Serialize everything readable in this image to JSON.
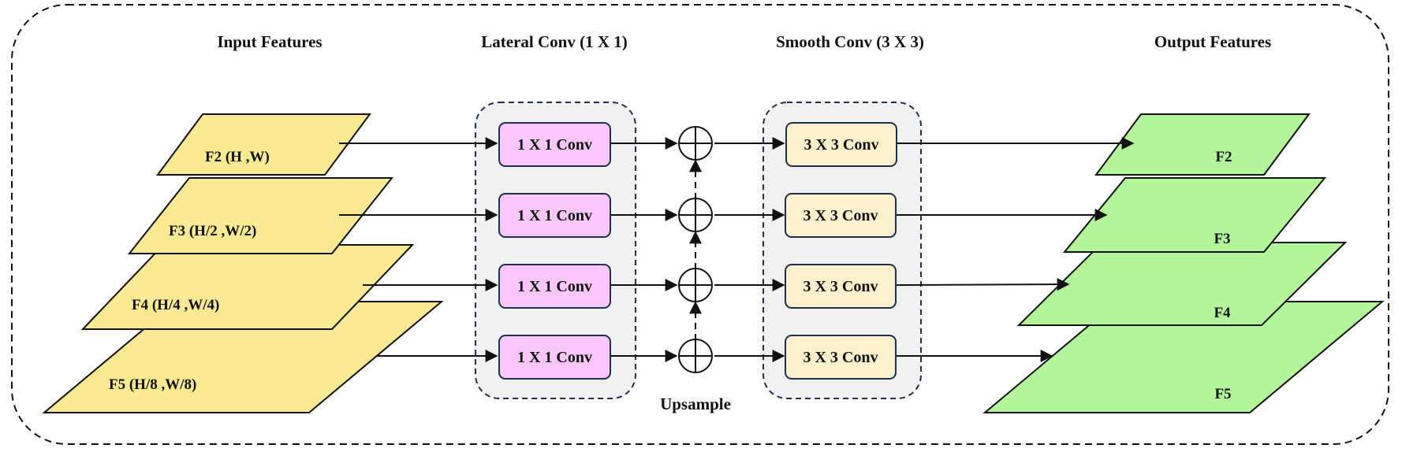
{
  "headers": {
    "input": "Input Features",
    "lateral": "Lateral Conv (1 X 1)",
    "smooth": "Smooth Conv (3 X 3)",
    "output": "Output Features"
  },
  "input_features": [
    "F2 (H ,W)",
    "F3 (H/2 ,W/2)",
    "F4 (H/4 ,W/4)",
    "F5 (H/8 ,W/8)"
  ],
  "lateral_convs": [
    "1 X 1 Conv",
    "1 X 1 Conv",
    "1 X 1 Conv",
    "1 X 1 Conv"
  ],
  "smooth_convs": [
    "3 X 3 Conv",
    "3 X 3 Conv",
    "3 X 3 Conv",
    "3 X 3 Conv"
  ],
  "output_features": [
    "F2",
    "F3",
    "F4",
    "F5"
  ],
  "upsample_label": "Upsample",
  "colors": {
    "input_fill": "#f9e992",
    "output_fill": "#b4f49a",
    "lateral_fill": "#f8c6f8",
    "smooth_fill": "#fdf0cc",
    "panel_fill": "#f1f1f1",
    "panel_border": "#1e2f4f",
    "box_border": "#1e2f4f"
  }
}
